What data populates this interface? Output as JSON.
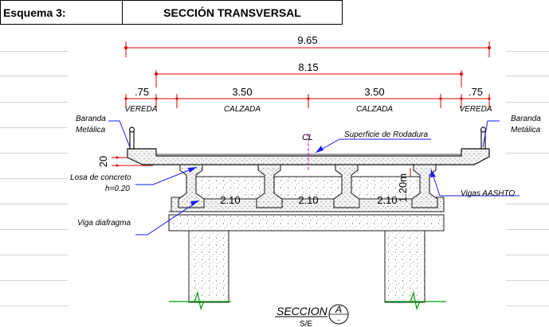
{
  "header": {
    "label": "Esquema 3:",
    "title": "SECCIÓN TRANSVERSAL"
  },
  "dimensions": {
    "total": "9.65",
    "inner": "8.15",
    "left_sidewalk": ".75",
    "lane_left": "3.50",
    "lane_right": "3.50",
    "right_sidewalk": ".75",
    "slab_height": "20",
    "beam_height": "1.20m",
    "spacing_1": "2.10",
    "spacing_2": "2.10",
    "spacing_3": "2.10"
  },
  "zones": {
    "left": "VEREDA",
    "center_left": "CALZADA",
    "center_right": "CALZADA",
    "right": "VEREDA"
  },
  "labels": {
    "railing_left_1": "Baranda",
    "railing_left_2": "Metálica",
    "railing_right_1": "Baranda",
    "railing_right_2": "Metálica",
    "centerline": "CL",
    "surface": "Superficie de Rodadura",
    "slab_1": "Losa de concreto",
    "slab_2": "h=0.20",
    "girders": "Vigas AASHTO",
    "diaphragm": "Viga diafragma"
  },
  "section": {
    "title": "SECCION",
    "letter": "A",
    "sub": "S/E",
    "dash": "-"
  },
  "colors": {
    "dimension": "#e00000",
    "leader": "#1a1aff",
    "centerline": "#d000d0",
    "ground": "#00a000",
    "structure": "#000000"
  }
}
